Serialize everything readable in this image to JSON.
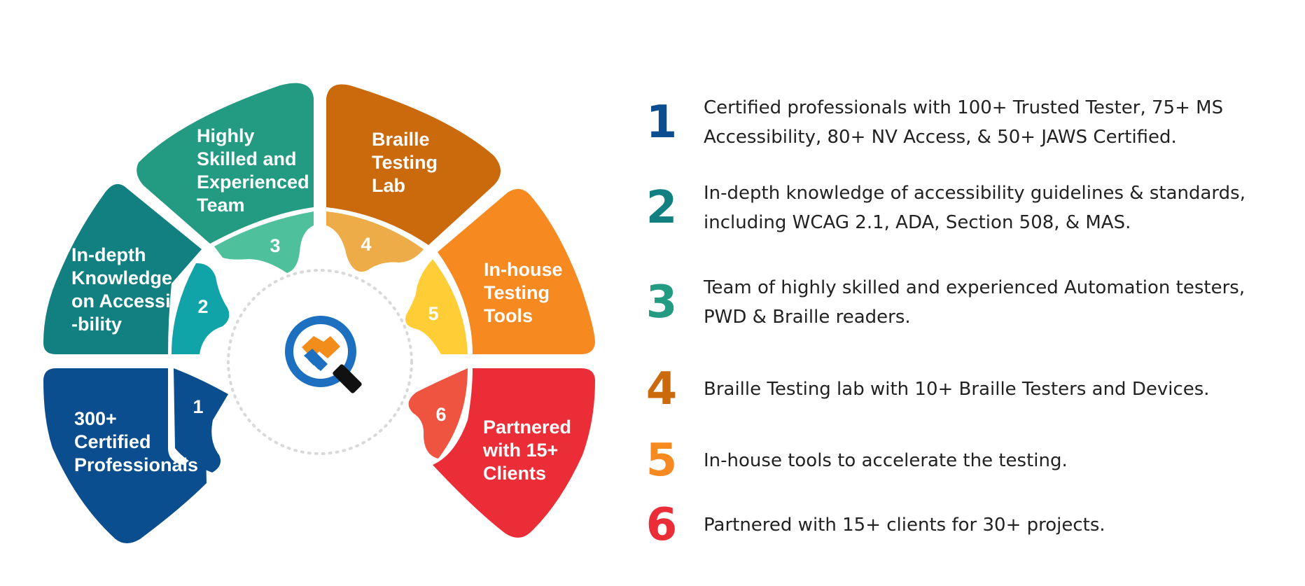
{
  "colors": {
    "seg1": "#0B4E8F",
    "seg1_inner": "#0B4E8F",
    "seg2": "#127F80",
    "seg2_inner": "#10A3A8",
    "seg3": "#229B82",
    "seg3_inner": "#4EC19C",
    "seg4": "#CB6A0C",
    "seg4_inner": "#EDAC47",
    "seg5": "#F68A20",
    "seg5_inner": "#FFCE36",
    "seg6": "#EB2D37",
    "seg6_inner": "#EF5441",
    "num1": "#0B4E8F",
    "num2": "#127F80",
    "num3": "#229B82",
    "num4": "#CB6A0C",
    "num5": "#F68A20",
    "num6": "#EB2D37"
  },
  "segments": [
    {
      "num": "1",
      "lines": [
        "300+",
        "Certified",
        "Professionals"
      ]
    },
    {
      "num": "2",
      "lines": [
        "In-depth",
        "Knowledge",
        "on Accessi",
        "-bility"
      ]
    },
    {
      "num": "3",
      "lines": [
        "Highly",
        "Skilled and",
        "Experienced",
        "Team"
      ]
    },
    {
      "num": "4",
      "lines": [
        "Braille",
        "Testing",
        "Lab"
      ]
    },
    {
      "num": "5",
      "lines": [
        "In-house",
        "Testing",
        "Tools"
      ]
    },
    {
      "num": "6",
      "lines": [
        "Partnered",
        "with 15+",
        "Clients"
      ]
    }
  ],
  "center_icon": "handshake-magnifier-icon",
  "list": [
    {
      "num": "1",
      "lines": [
        "Certified professionals with 100+ Trusted Tester, 75+ MS",
        "Accessibility, 80+ NV Access, & 50+  JAWS Certified."
      ]
    },
    {
      "num": "2",
      "lines": [
        "In-depth knowledge of accessibility guidelines & standards,",
        "including WCAG 2.1, ADA, Section 508, & MAS."
      ]
    },
    {
      "num": "3",
      "lines": [
        "Team of highly skilled and experienced Automation testers,",
        "PWD & Braille readers."
      ]
    },
    {
      "num": "4",
      "lines": [
        "Braille Testing lab with 10+ Braille Testers and Devices."
      ]
    },
    {
      "num": "5",
      "lines": [
        "In-house tools to accelerate the testing."
      ]
    },
    {
      "num": "6",
      "lines": [
        "Partnered with 15+ clients for 30+ projects."
      ]
    }
  ]
}
